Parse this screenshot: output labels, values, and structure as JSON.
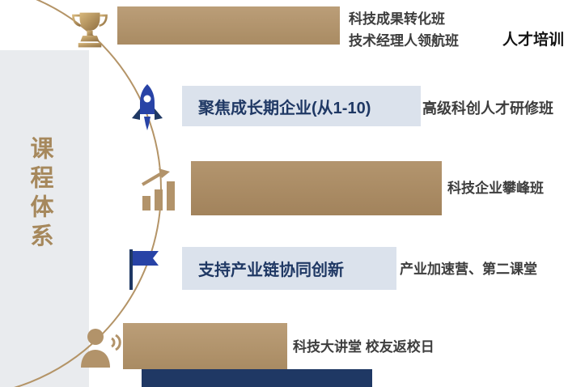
{
  "title": {
    "vertical": "课程体系"
  },
  "rows": {
    "r1": {
      "label1": "科技成果转化班",
      "label2": "技术经理人领航班",
      "category": "人才培训"
    },
    "r2": {
      "bar": "聚焦成长期企业(从1-10)",
      "side": "高级科创人才研修班"
    },
    "r3": {
      "side": "科技企业攀峰班"
    },
    "r4": {
      "bar": "支持产业链协同创新",
      "side": "产业加速营、第二课堂"
    },
    "r5": {
      "side": "科技大讲堂 校友返校日"
    }
  },
  "colors": {
    "tan_bar": "#b2956f",
    "brown_bar": "#aa8c66",
    "light_blue_bar": "#dbe2ec",
    "navy": "#1f3864",
    "royal_blue_icon": "#2843a6",
    "panel_gray": "#e9ebee",
    "arc_tan": "#b49467",
    "vertical_title_text": "#a6885c",
    "side_text": "#3d3d3d"
  },
  "icons": {
    "row1": "trophy-icon",
    "row2": "rocket-icon",
    "row3": "growth-chart-icon",
    "row4": "flag-icon",
    "row5": "speaker-icon"
  }
}
